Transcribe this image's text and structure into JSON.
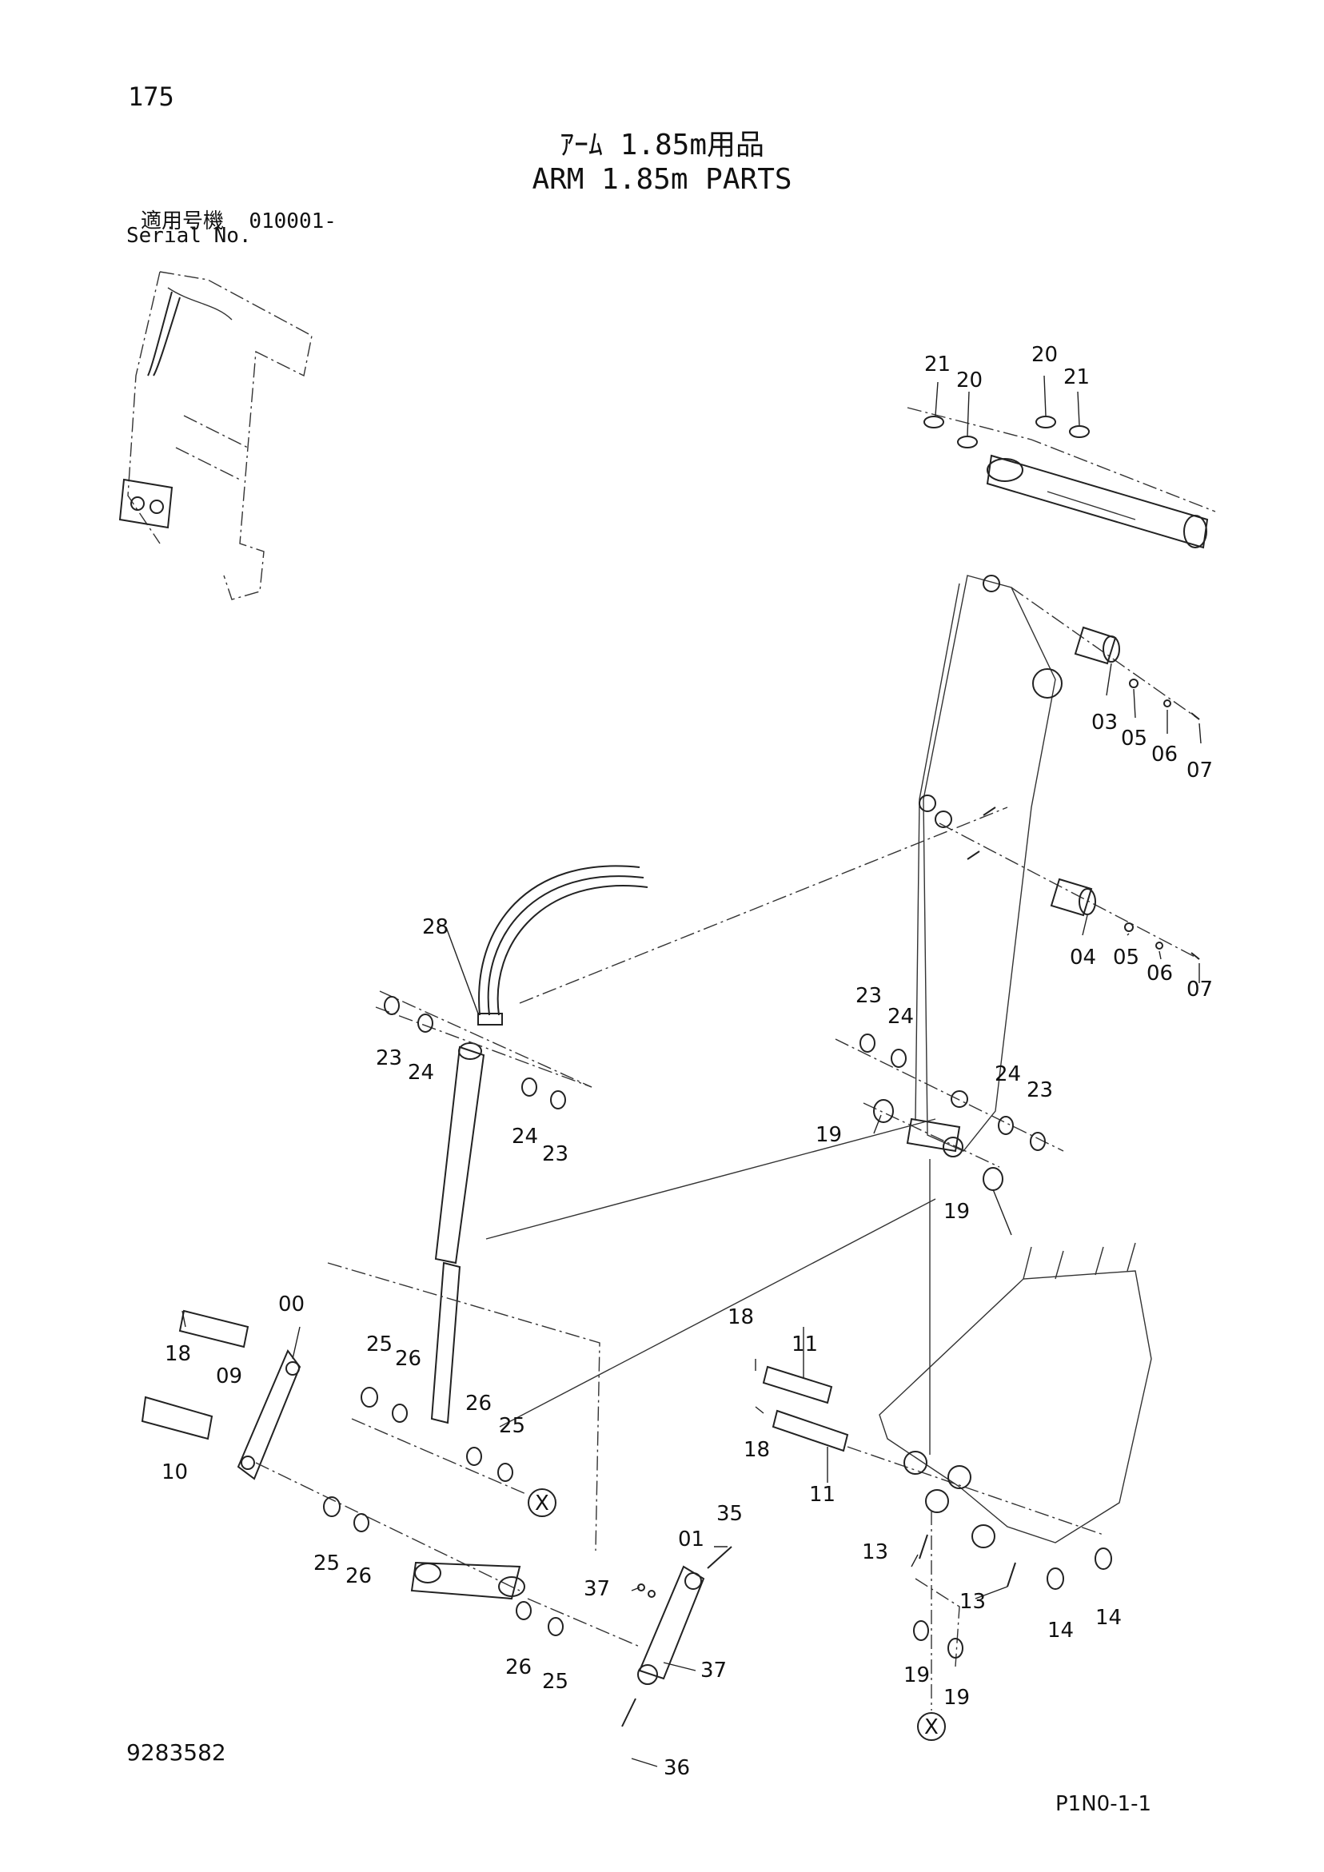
{
  "header": {
    "page_number": "175",
    "title_jp": "ｱｰﾑ 1.85m用品",
    "title_en": "ARM 1.85m PARTS",
    "serial_label_jp": "適用号機",
    "serial_value": "010001-",
    "serial_label_en": "Serial No."
  },
  "footer": {
    "document_number": "9283582",
    "page_code": "P1N0-1-1"
  },
  "callouts": [
    {
      "id": "c21a",
      "label": "21"
    },
    {
      "id": "c20a",
      "label": "20"
    },
    {
      "id": "c20b",
      "label": "20"
    },
    {
      "id": "c21b",
      "label": "21"
    },
    {
      "id": "c03",
      "label": "03"
    },
    {
      "id": "c05a",
      "label": "05"
    },
    {
      "id": "c06a",
      "label": "06"
    },
    {
      "id": "c07a",
      "label": "07"
    },
    {
      "id": "c04",
      "label": "04"
    },
    {
      "id": "c05b",
      "label": "05"
    },
    {
      "id": "c06b",
      "label": "06"
    },
    {
      "id": "c07b",
      "label": "07"
    },
    {
      "id": "c28",
      "label": "28"
    },
    {
      "id": "c23a",
      "label": "23"
    },
    {
      "id": "c24a",
      "label": "24"
    },
    {
      "id": "c24b",
      "label": "24"
    },
    {
      "id": "c23b",
      "label": "23"
    },
    {
      "id": "c23c",
      "label": "23"
    },
    {
      "id": "c24c",
      "label": "24"
    },
    {
      "id": "c24d",
      "label": "24"
    },
    {
      "id": "c23d",
      "label": "23"
    },
    {
      "id": "c19a",
      "label": "19"
    },
    {
      "id": "c19b",
      "label": "19"
    },
    {
      "id": "c00",
      "label": "00"
    },
    {
      "id": "c18a",
      "label": "18"
    },
    {
      "id": "c09",
      "label": "09"
    },
    {
      "id": "c10",
      "label": "10"
    },
    {
      "id": "c25a",
      "label": "25"
    },
    {
      "id": "c26a",
      "label": "26"
    },
    {
      "id": "c26b",
      "label": "26"
    },
    {
      "id": "c25b",
      "label": "25"
    },
    {
      "id": "c25c",
      "label": "25"
    },
    {
      "id": "c26c",
      "label": "26"
    },
    {
      "id": "c26d",
      "label": "26"
    },
    {
      "id": "c25d",
      "label": "25"
    },
    {
      "id": "c35",
      "label": "35"
    },
    {
      "id": "c01",
      "label": "01"
    },
    {
      "id": "c37a",
      "label": "37"
    },
    {
      "id": "c37b",
      "label": "37"
    },
    {
      "id": "c36",
      "label": "36"
    },
    {
      "id": "c18b",
      "label": "18"
    },
    {
      "id": "c11a",
      "label": "11"
    },
    {
      "id": "c18c",
      "label": "18"
    },
    {
      "id": "c11b",
      "label": "11"
    },
    {
      "id": "c13a",
      "label": "13"
    },
    {
      "id": "c13b",
      "label": "13"
    },
    {
      "id": "c14a",
      "label": "14"
    },
    {
      "id": "c14b",
      "label": "14"
    },
    {
      "id": "c19c",
      "label": "19"
    },
    {
      "id": "c19d",
      "label": "19"
    },
    {
      "id": "cXa",
      "label": "X"
    },
    {
      "id": "cXb",
      "label": "X"
    }
  ]
}
